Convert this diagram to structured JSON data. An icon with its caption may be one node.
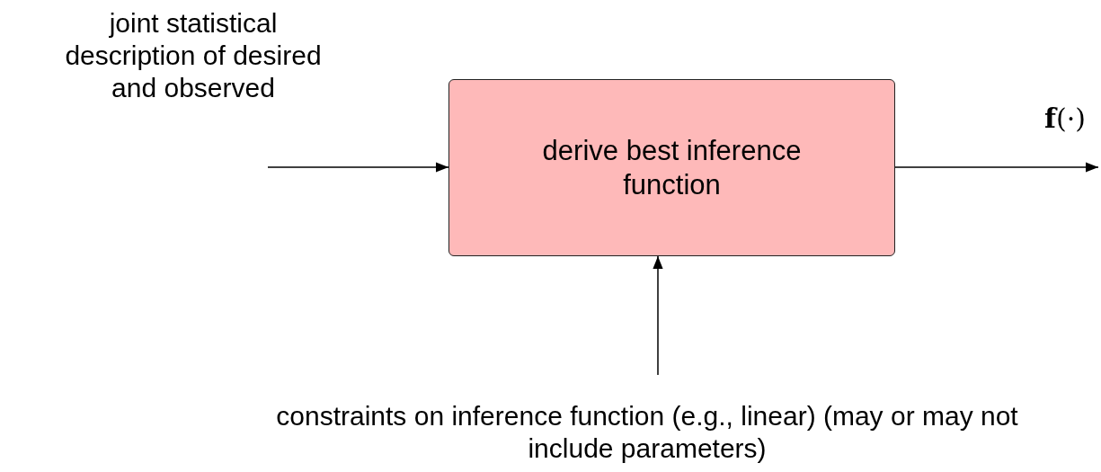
{
  "diagram": {
    "nodes": [
      {
        "text": [
          "derive best inference function"
        ]
      },
      {
        "text": [
          "joint statistical description of desired and observed"
        ]
      },
      {
        "text": [
          "**f**(·)"
        ]
      },
      {
        "text": [
          "constraints on inference function (e.g., linear) (may or may not include parameters)"
        ]
      }
    ],
    "edges": [
      {
        "from": 1,
        "to": 0,
        "arrow": "to"
      },
      {
        "from": 0,
        "to": 2,
        "arrow": "to"
      },
      {
        "from": 3,
        "to": 0,
        "arrow": "to"
      }
    ]
  }
}
